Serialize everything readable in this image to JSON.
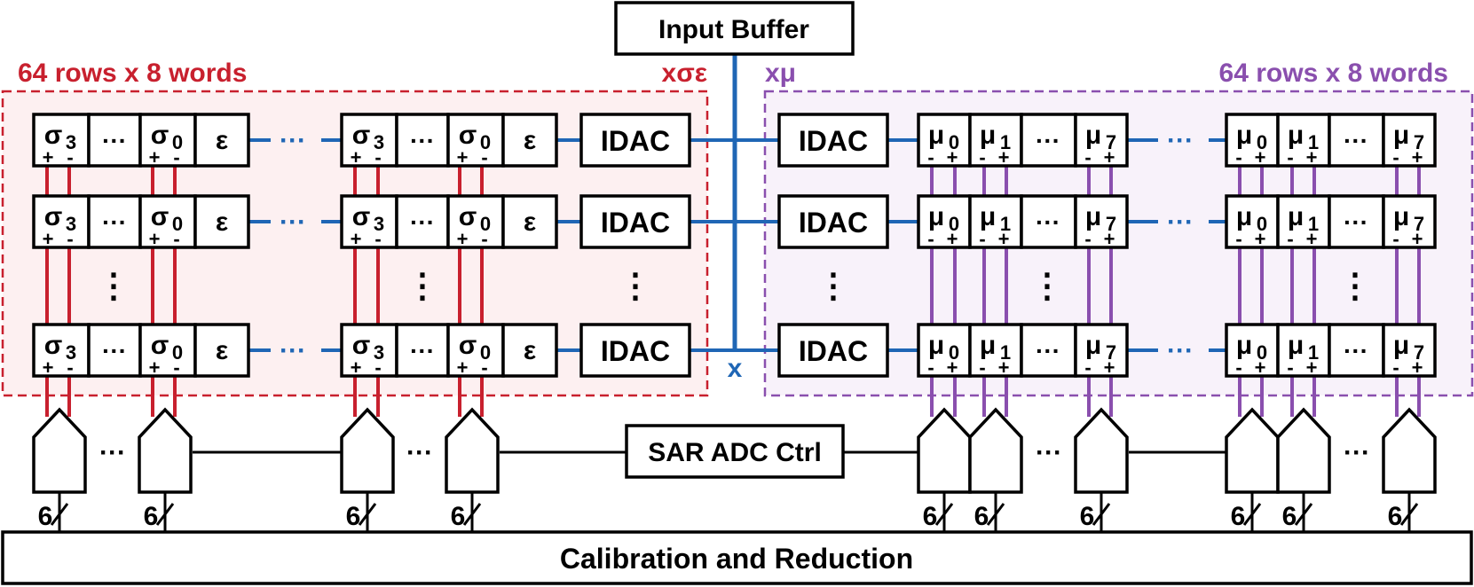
{
  "input_buffer_label": "Input Buffer",
  "sar_ctrl_label": "SAR ADC Ctrl",
  "calibration_label": "Calibration and Reduction",
  "left_region": {
    "title": "64 rows x 8 words",
    "signal": "xσε"
  },
  "right_region": {
    "title": "64 rows x 8 words",
    "signal": "xμ"
  },
  "input_signal": "x",
  "idac_label": "IDAC",
  "ellipsis": "···",
  "vdots": "⋮",
  "bits": "6",
  "sigma": {
    "symbol": "σ",
    "high_sub": "3",
    "low_sub": "0",
    "pol_pos": "+",
    "pol_neg": "-"
  },
  "epsilon": "ε",
  "mu": {
    "symbol": "μ",
    "subs": [
      "0",
      "1",
      "7"
    ],
    "pol_neg": "-",
    "pol_pos": "+"
  },
  "colors": {
    "sigma_region": "#c8202e",
    "mu_region": "#8a4fae",
    "input_bus": "#1f66b5",
    "sigma_fill": "#fdf0f1",
    "mu_fill": "#f8f2fa",
    "outline": "#000000"
  }
}
